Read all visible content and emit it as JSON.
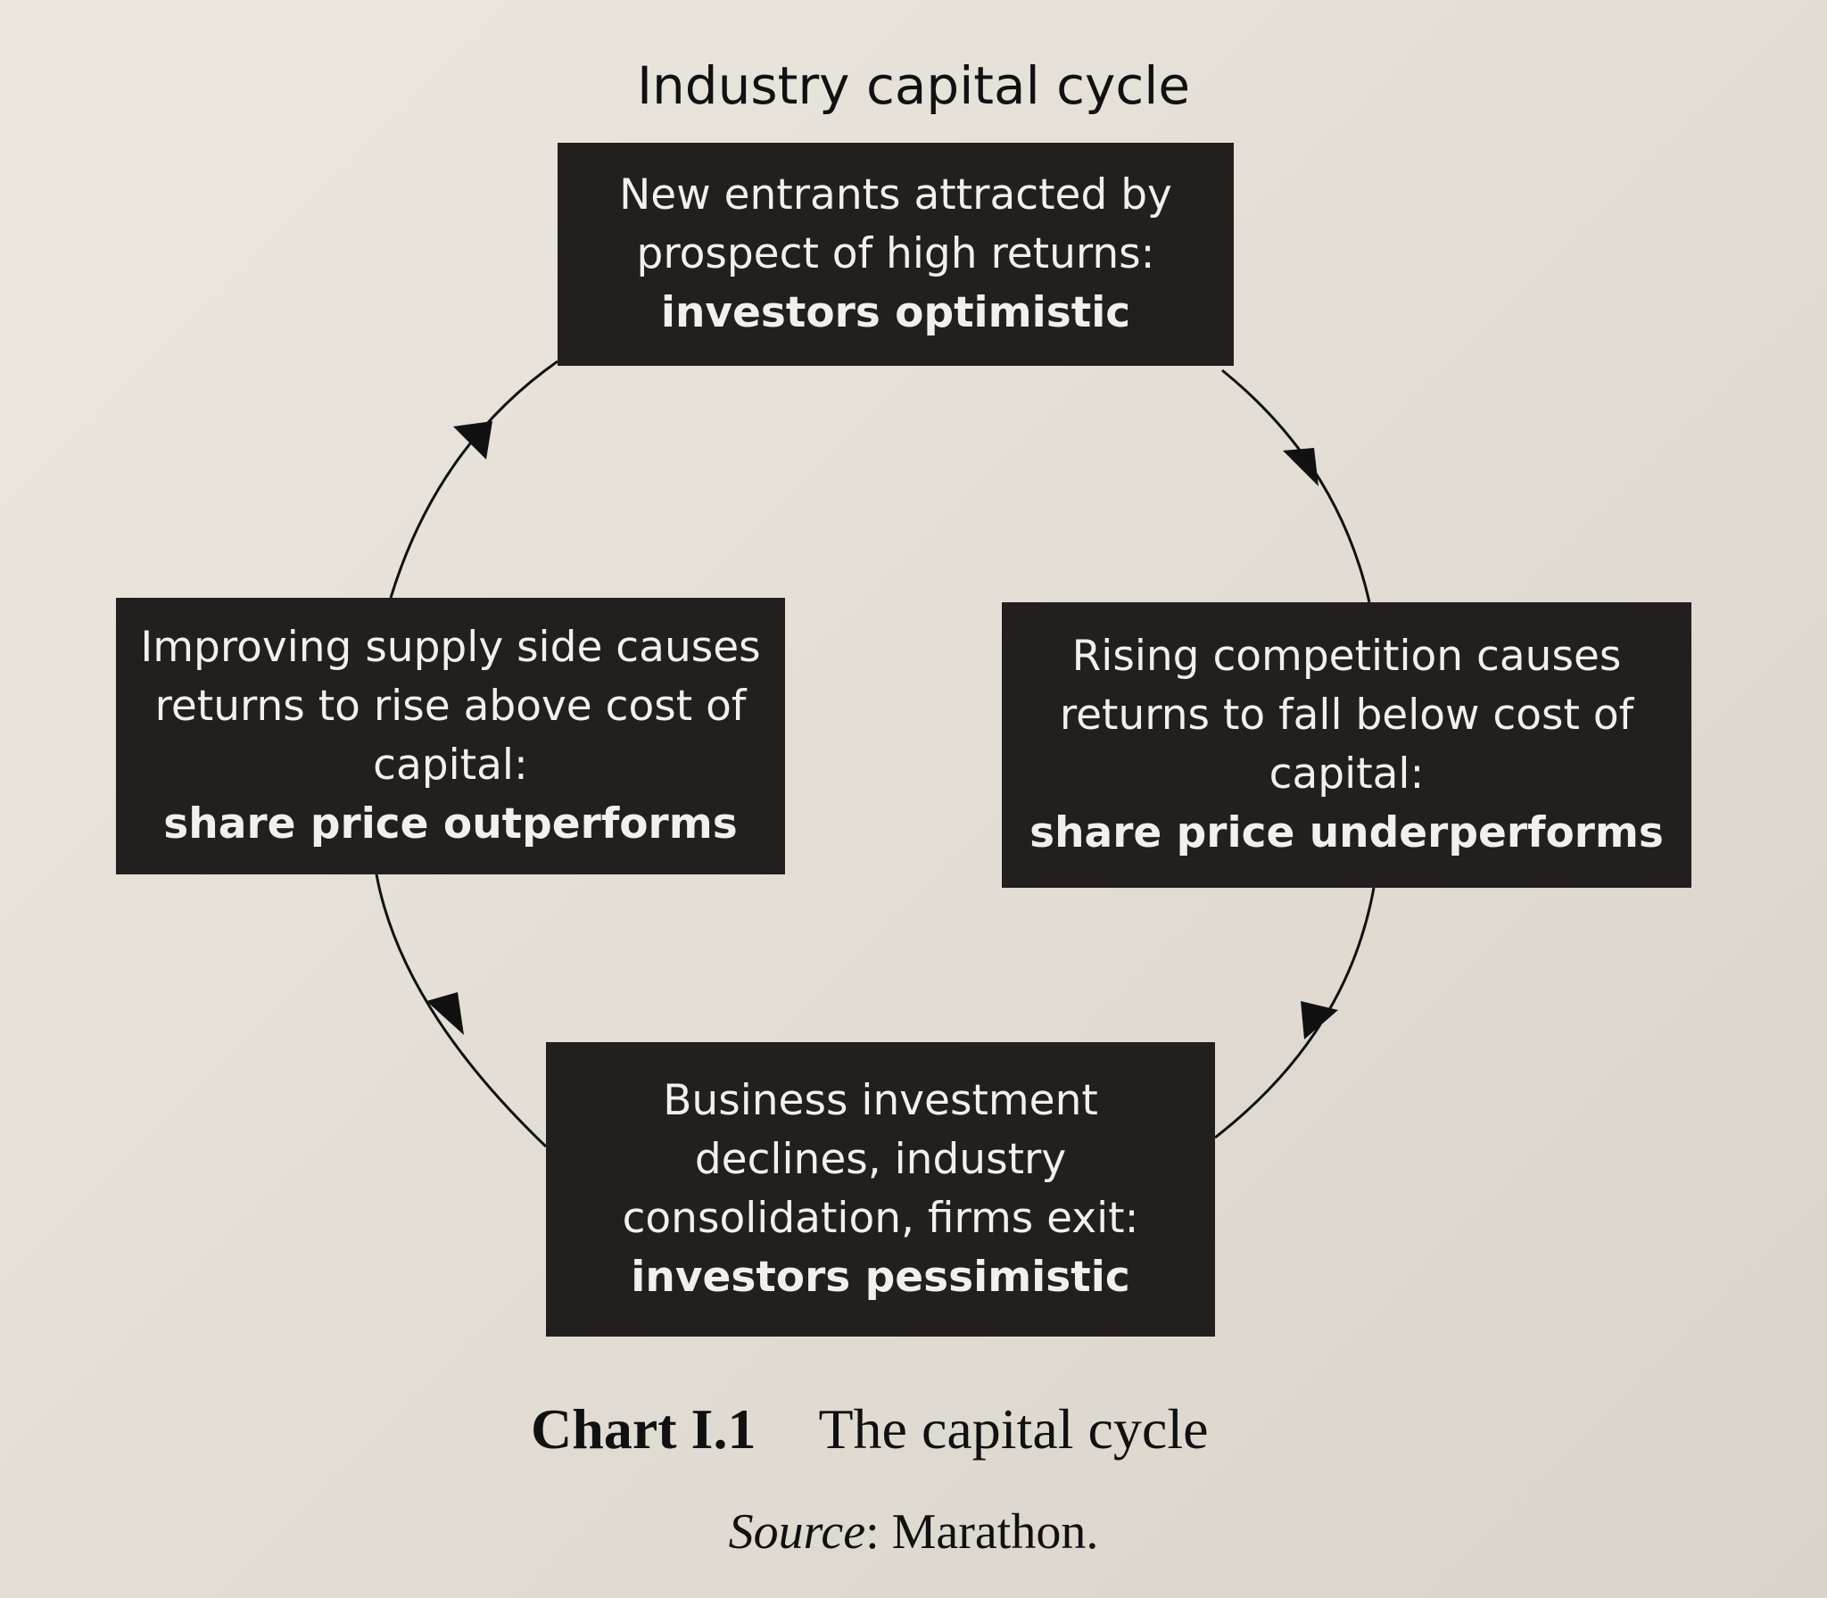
{
  "title": "Industry capital cycle",
  "boxes": {
    "top": {
      "lines": [
        "New entrants attracted by",
        "prospect of high returns:"
      ],
      "emphasis": "investors optimistic"
    },
    "right": {
      "lines": [
        "Rising competition causes",
        "returns to fall below cost of",
        "capital:"
      ],
      "emphasis": "share price underperforms"
    },
    "bottom": {
      "lines": [
        "Business investment",
        "declines, industry",
        "consolidation, firms exit:"
      ],
      "emphasis": "investors pessimistic"
    },
    "left": {
      "lines": [
        "Improving supply side causes",
        "returns to rise above cost of",
        "capital:"
      ],
      "emphasis": "share price outperforms"
    }
  },
  "caption": {
    "number": "Chart I.1",
    "text": "The capital cycle"
  },
  "source": {
    "label": "Source",
    "text": ": Marathon."
  },
  "colors": {
    "box_fill": "#231f1e",
    "box_text": "#f2f0ec",
    "paper": "#e6e1d8",
    "ink": "#111111"
  },
  "flow": [
    "top",
    "right",
    "bottom",
    "left",
    "top"
  ]
}
